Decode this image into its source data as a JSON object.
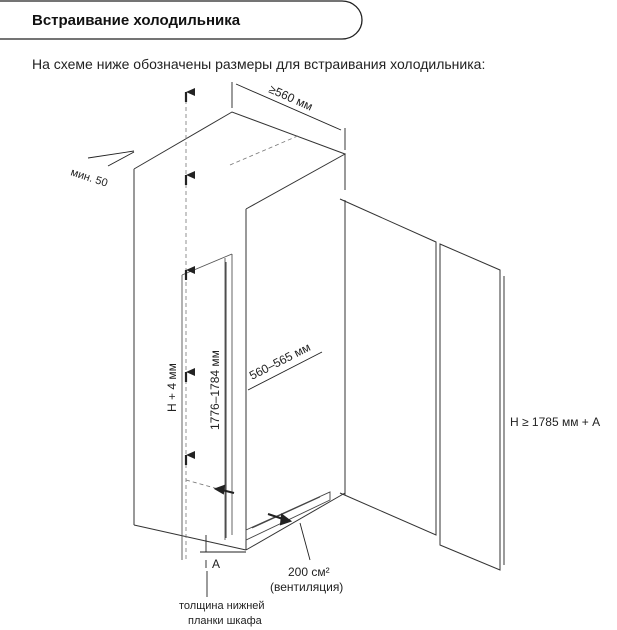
{
  "header": {
    "title": "Встраивание холодильника"
  },
  "intro": {
    "text": "На схеме ниже обозначены размеры для встраивания холодильника:"
  },
  "diagram": {
    "labels": {
      "top_depth": "≥560 мм",
      "min_gap": "мин. 50",
      "inner_width": "560–565 мм",
      "height_plus": "H + 4 мм",
      "niche_height": "1776–1784 мм",
      "total_height": "H ≥ 1785 мм + A",
      "vent_area": "200 см²",
      "vent_caption": "(вентиляция)",
      "marker_a": "A",
      "plinth_line1": "толщина нижней",
      "plinth_line2": "планки шкафа"
    }
  }
}
